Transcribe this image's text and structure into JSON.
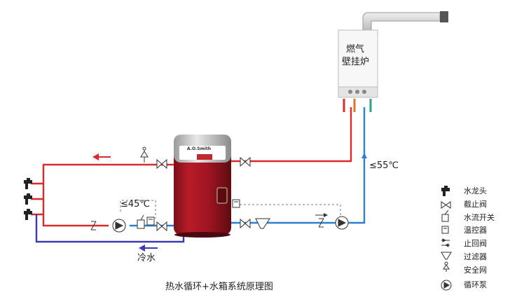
{
  "boiler": {
    "line1": "燃气",
    "line2": "壁挂炉"
  },
  "tank": {
    "brand": "A.O.Smith"
  },
  "temps": {
    "hot_supply": "≤55℃",
    "return": "≤45℃"
  },
  "cold_water": "冷水",
  "caption": "热水循环+水箱系统原理图",
  "legend": [
    {
      "icon": "faucet-icon",
      "label": "水龙头"
    },
    {
      "icon": "shutoff-valve-icon",
      "label": "截止阀"
    },
    {
      "icon": "flow-switch-icon",
      "label": "水流开关"
    },
    {
      "icon": "thermostat-icon",
      "label": "温控器"
    },
    {
      "icon": "check-valve-icon",
      "label": "止回阀"
    },
    {
      "icon": "filter-icon",
      "label": "过滤器"
    },
    {
      "icon": "safety-valve-icon",
      "label": "安全网"
    },
    {
      "icon": "circulation-pump-icon",
      "label": "循环泵"
    }
  ],
  "colors": {
    "hot": "#d92b2b",
    "return": "#2f7fd0",
    "cold": "#3a3ab8"
  }
}
